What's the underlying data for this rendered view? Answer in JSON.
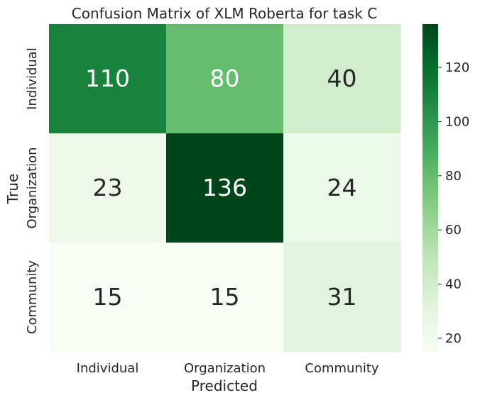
{
  "chart_data": {
    "type": "heatmap",
    "title": "Confusion Matrix of XLM Roberta for task C",
    "xlabel": "Predicted",
    "ylabel": "True",
    "x_categories": [
      "Individual",
      "Organization",
      "Community"
    ],
    "y_categories": [
      "Individual",
      "Organization",
      "Community"
    ],
    "values": [
      [
        110,
        80,
        40
      ],
      [
        23,
        136,
        24
      ],
      [
        15,
        15,
        31
      ]
    ],
    "colormap": "Greens",
    "vmin": 15,
    "vmax": 136,
    "colorbar_ticks": [
      "20",
      "40",
      "60",
      "80",
      "100",
      "120"
    ],
    "colorbar_tick_values": [
      20,
      40,
      60,
      80,
      100,
      120
    ]
  },
  "colors": {
    "text_dark": "#262626",
    "text_light": "#ffffff",
    "greens_stops": [
      "#f7fcf5",
      "#e5f5e0",
      "#c7e9c0",
      "#a1d99b",
      "#74c476",
      "#41ab5d",
      "#238b45",
      "#006d2c",
      "#00441b"
    ]
  }
}
